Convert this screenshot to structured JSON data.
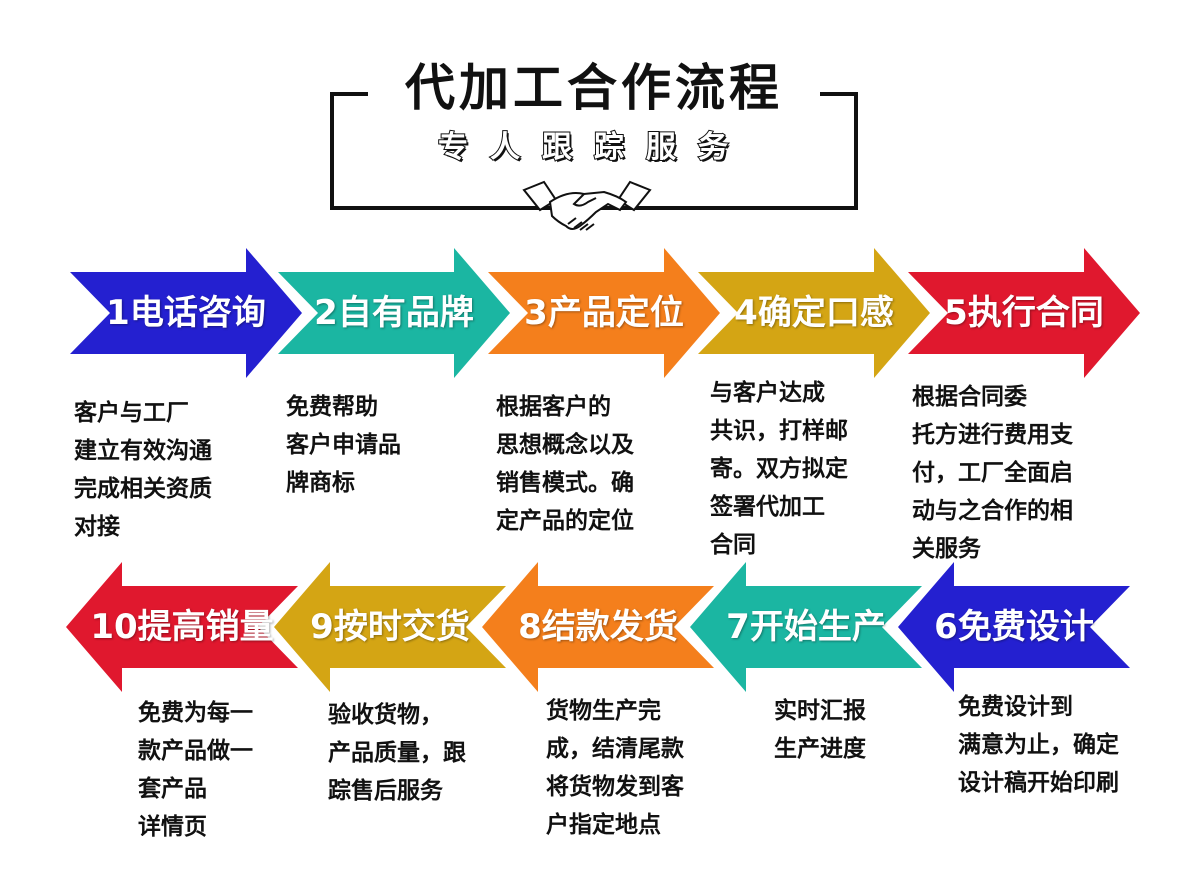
{
  "header": {
    "title": "代加工合作流程",
    "subtitle": "专人跟踪服务",
    "icon": "handshake-icon"
  },
  "steps": [
    {
      "label": "1电话咨询",
      "color": "#2420d0",
      "direction": "right",
      "desc": "  客户与工厂\n建立有效沟通\n完成相关资质\n对接"
    },
    {
      "label": "2自有品牌",
      "color": "#1bb6a2",
      "direction": "right",
      "desc": "  免费帮助\n客户申请品\n牌商标"
    },
    {
      "label": "3产品定位",
      "color": "#f47f1c",
      "direction": "right",
      "desc": "  根据客户的\n思想概念以及\n销售模式。确\n定产品的定位"
    },
    {
      "label": "4确定口感",
      "color": "#d4a514",
      "direction": "right",
      "desc": "  与客户达成\n共识，打样邮\n寄。双方拟定\n签署代加工\n合同"
    },
    {
      "label": "5执行合同",
      "color": "#e0182e",
      "direction": "right",
      "desc": "  根据合同委\n托方进行费用支\n付，工厂全面启\n动与之合作的相\n关服务"
    },
    {
      "label": "6免费设计",
      "color": "#2420d0",
      "direction": "left",
      "desc": "  免费设计到\n满意为止，确定\n设计稿开始印刷"
    },
    {
      "label": "7开始生产",
      "color": "#1bb6a2",
      "direction": "left",
      "desc": "实时汇报\n生产进度"
    },
    {
      "label": "8结款发货",
      "color": "#f47f1c",
      "direction": "left",
      "desc": "  货物生产完\n成，结清尾款\n将货物发到客\n户指定地点"
    },
    {
      "label": "9按时交货",
      "color": "#d4a514",
      "direction": "left",
      "desc": "  验收货物，\n产品质量，跟\n踪售后服务"
    },
    {
      "label": "10提高销量",
      "color": "#e0182e",
      "direction": "left",
      "desc": "免费为每一\n款产品做一\n套产品\n详情页"
    }
  ]
}
